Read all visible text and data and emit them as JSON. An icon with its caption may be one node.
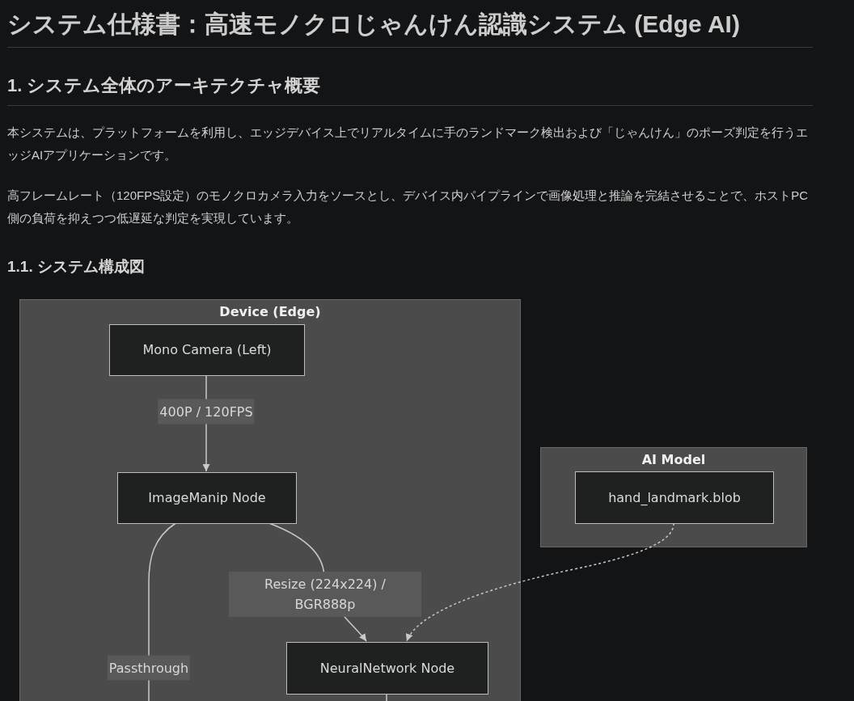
{
  "diagram": {
    "title": "システム仕様書：高速モノクロじゃんけん認識システム (Edge AI)",
    "nodes": [
      {
        "text": [
          "Device (Edge)"
        ]
      },
      {
        "text": [
          "Mono Camera (Left)"
        ],
        "in": 0
      },
      {
        "text": [
          "ImageManip Node"
        ],
        "in": 0
      },
      {
        "text": [
          "NeuralNetwork Node"
        ],
        "in": 0
      },
      {
        "text": [
          "AI Model"
        ]
      },
      {
        "text": [
          "hand_landmark.blob"
        ],
        "in": 4
      }
    ],
    "edges": [
      {
        "from": 1,
        "to": 2,
        "arrow": "to",
        "label": "400P / 120FPS"
      },
      {
        "from": 2,
        "to": 3,
        "arrow": "to",
        "label": "Resize (224x224) / BGR888p"
      },
      {
        "from": 5,
        "to": 3,
        "arrow": "to",
        "style": "dashed"
      },
      {
        "from": 2,
        "to": null,
        "arrow": "none",
        "label": "Passthrough"
      },
      {
        "from": 3,
        "to": null,
        "arrow": "none"
      }
    ],
    "labels": [
      "1. システム全体のアーキテクチャ概要",
      "本システムは、プラットフォームを利用し、エッジデバイス上でリアルタイムに手のランドマーク検出および「じゃんけん」のポーズ判定を行うエッジAIアプリケーションです。",
      "高フレームレート（120FPS設定）のモノクロカメラ入力をソースとし、デバイス内パイプラインで画像処理と推論を完結させることで、ホストPC側の負荷を抑えつつ低遅延な判定を実現しています。",
      "1.1. システム構成図"
    ]
  }
}
